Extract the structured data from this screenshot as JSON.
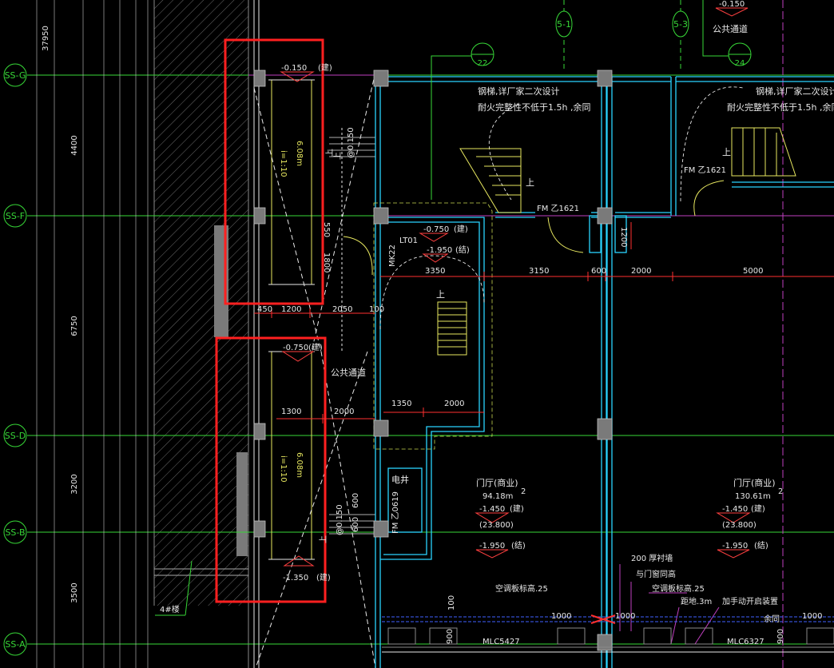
{
  "colors": {
    "background": "#000000",
    "axis": "#37d737",
    "wall": "#2ad4ff",
    "dimension": "#ff3030",
    "highlight": "#ff2020",
    "stair": "#e8e860",
    "text": "#e8e8e8",
    "column": "#8a8a8a"
  },
  "axes": [
    {
      "id": "SS-G",
      "label": "SS-G"
    },
    {
      "id": "SS-F",
      "label": "SS-F"
    },
    {
      "id": "SS-D",
      "label": "SS-D"
    },
    {
      "id": "SS-B",
      "label": "SS-B"
    },
    {
      "id": "SS-A",
      "label": "SS-A"
    }
  ],
  "top_axes": [
    "5-1",
    "5-3"
  ],
  "left_dims": [
    "37950",
    "4400",
    "6750",
    "3200",
    "3500"
  ],
  "detail_bubbles": [
    "22",
    "24"
  ],
  "labels": {
    "ramp_top_level": "-0.150",
    "ramp_top_tag": "(建)",
    "ramp_mid_level": "-0.750",
    "ramp_mid_tag": "(建)",
    "ramp_bot_level": "-1.350",
    "ramp_bot_tag": "(建)",
    "slope_top": "i=1:10",
    "len_top": "6.08m",
    "slope_bot": "i=1:10",
    "len_bot": "6.08m",
    "up_top": "上",
    "up_bot": "上",
    "up_top_small": "上",
    "dim_top_side": "@0.150",
    "dim_bot_side": "@0.150",
    "dim_1200": "1200",
    "dim_2050": "2050",
    "dim_100": "100",
    "dim_450": "450",
    "dim_1800": "1800",
    "dim_550": "550",
    "dim_1300": "1300",
    "dim_2000": "2000",
    "dim_600_v": "600",
    "dim_600_v2": "600",
    "public_passage_a": "公共通道",
    "public_passage_b": "公共通道",
    "stair_note_1a": "钢梯,详厂家二次设计",
    "stair_note_1b": "耐火完整性不低于1.5h ,余同",
    "stair_note_2a": "钢梯,详厂家二次设计",
    "stair_note_2b": "耐火完整性不低于1.5h ,余同",
    "stair_up_1": "上",
    "stair_up_2": "上",
    "door_fm1": "FM 乙1621",
    "door_fm2": "FM 乙1621",
    "door_mk": "MK22",
    "ltu": "LT01",
    "ltu_level1": "-0.750",
    "ltu_tag1": "(建)",
    "ltu_level2": "-1.950",
    "ltu_tag2": "(结)",
    "dim_3350": "3350",
    "dim_3150": "3150",
    "dim_600": "600",
    "dim_2000b": "2000",
    "dim_5000": "5000",
    "dim_1200v": "1200",
    "stair_up_3": "上",
    "dim_1350": "1350",
    "dim_2000c": "2000",
    "shaft": "电井",
    "door_fm3": "FM 乙0619",
    "hall1_name": "门厅(商业)",
    "hall1_area": "94.18m",
    "hall1_sup": "2",
    "hall1_lv1": "-1.450",
    "hall1_tag1": "(建)",
    "hall1_lv2": "(23.800)",
    "hall1_lv3": "-1.950",
    "hall1_tag3": "(结)",
    "hall2_name": "门厅(商业)",
    "hall2_area": "130.61m",
    "hall2_sup": "2",
    "hall2_lv1": "-1.450",
    "hall2_tag1": "(建)",
    "hall2_lv2": "(23.800)",
    "hall2_lv3": "-1.950",
    "hall2_tag3": "(结)",
    "wall_note": "200  厚衬墙",
    "window_note": "与门窗同高",
    "ac_board_1": "空调板标高.25",
    "ac_board_2": "空调板标高.25",
    "ground_note": "距地.3m",
    "manual_note": "加手动开启装置",
    "same_note": "余同",
    "dim_100v": "100",
    "dim_1000a": "1000",
    "dim_1000b": "1000",
    "dim_1000c": "1000",
    "dim_900a": "900",
    "dim_900b": "900",
    "window_mlc1": "MLC5427",
    "window_mlc2": "MLC6327",
    "stair_tag": "4#楼",
    "top_level_right": "-0.150",
    "top_passage_right": "公共通道"
  }
}
